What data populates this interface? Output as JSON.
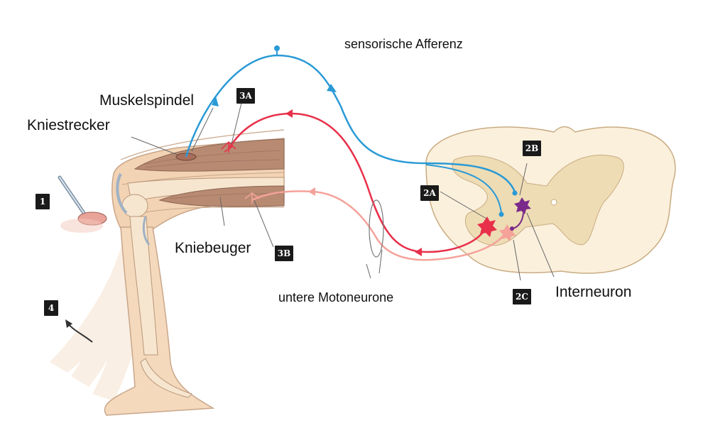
{
  "labels": {
    "sensory_afferent": "sensorische Afferenz",
    "muscle_spindle": "Muskelspindel",
    "knee_extensor": "Kniestrecker",
    "knee_flexor": "Kniebeuger",
    "lower_motoneurons": "untere Motoneurone",
    "interneuron": "Interneuron"
  },
  "badges": {
    "b1": "1",
    "b2a": "2A",
    "b2b": "2B",
    "b2c": "2C",
    "b3a": "3A",
    "b3b": "3B",
    "b4": "4"
  },
  "colors": {
    "sensory": "#2a9ad6",
    "motor_extensor": "#e8304a",
    "motor_flexor": "#f4a29a",
    "interneuron": "#7a2a8a",
    "skin": "#f2d3b3",
    "muscle": "#b88a72",
    "grey_matter": "#eedcb4",
    "cord": "#fbf0dc"
  }
}
